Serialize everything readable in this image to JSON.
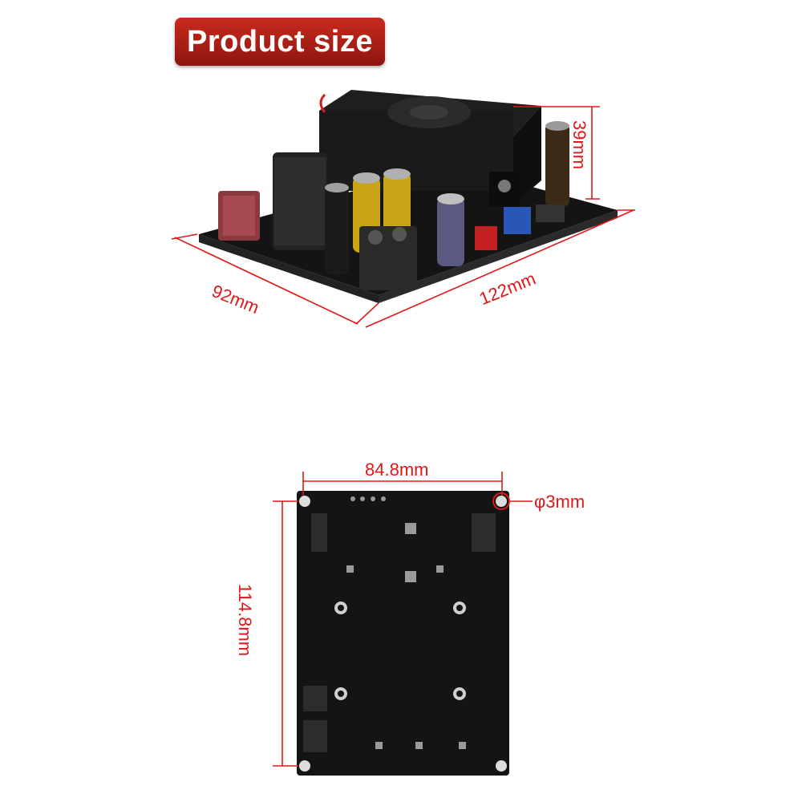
{
  "title": "Product size",
  "dimensions": {
    "top_view": {
      "height": "39mm",
      "depth": "92mm",
      "length": "122mm"
    },
    "bottom_view": {
      "hole_spacing": "84.8mm",
      "hole_diameter": "φ3mm",
      "board_height": "114.8mm"
    }
  },
  "colors": {
    "accent": "#e01818",
    "badge": "#b3231a",
    "pcb": "#141414"
  }
}
